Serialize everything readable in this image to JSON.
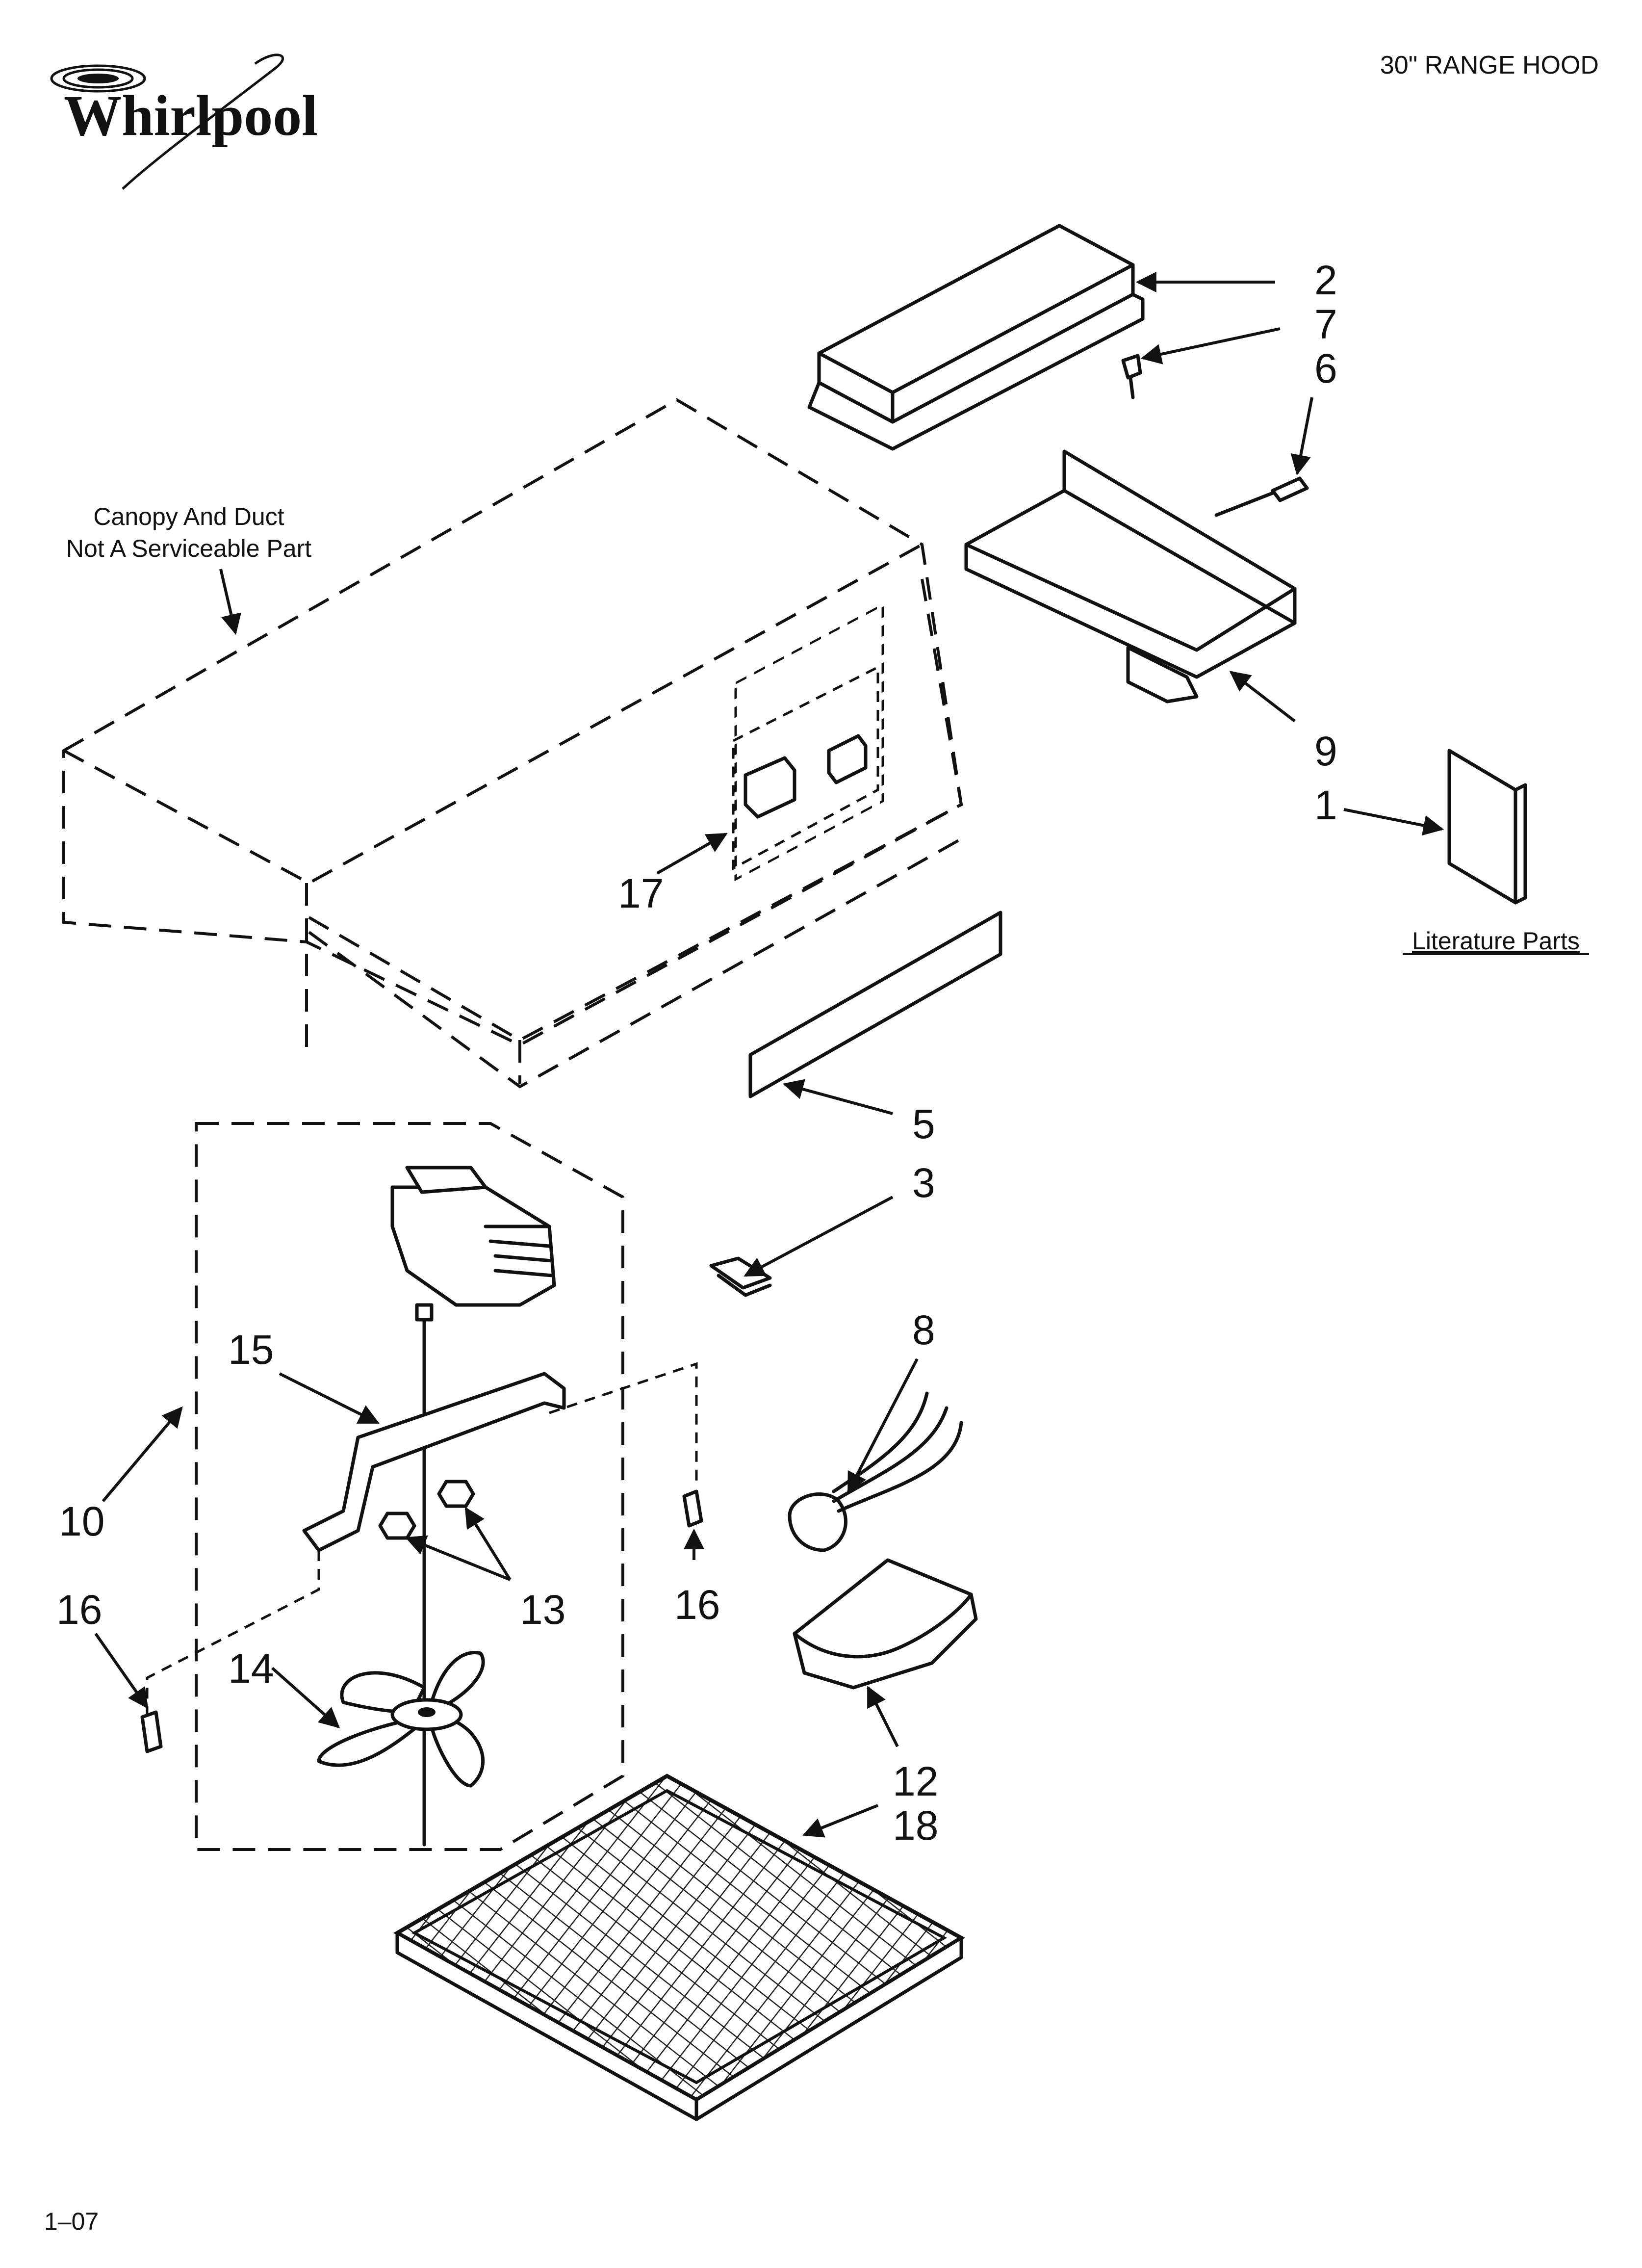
{
  "header": {
    "brand": "Whirlpool",
    "title": "30\" RANGE HOOD"
  },
  "notes": {
    "canopy_line1": "Canopy And Duct",
    "canopy_line2": "Not A Serviceable Part",
    "literature": "Literature Parts"
  },
  "footer": {
    "code": "1–07"
  },
  "callouts": [
    "2",
    "7",
    "6",
    "9",
    "1",
    "17",
    "5",
    "3",
    "8",
    "15",
    "10",
    "16",
    "13",
    "16",
    "14",
    "12",
    "18"
  ]
}
